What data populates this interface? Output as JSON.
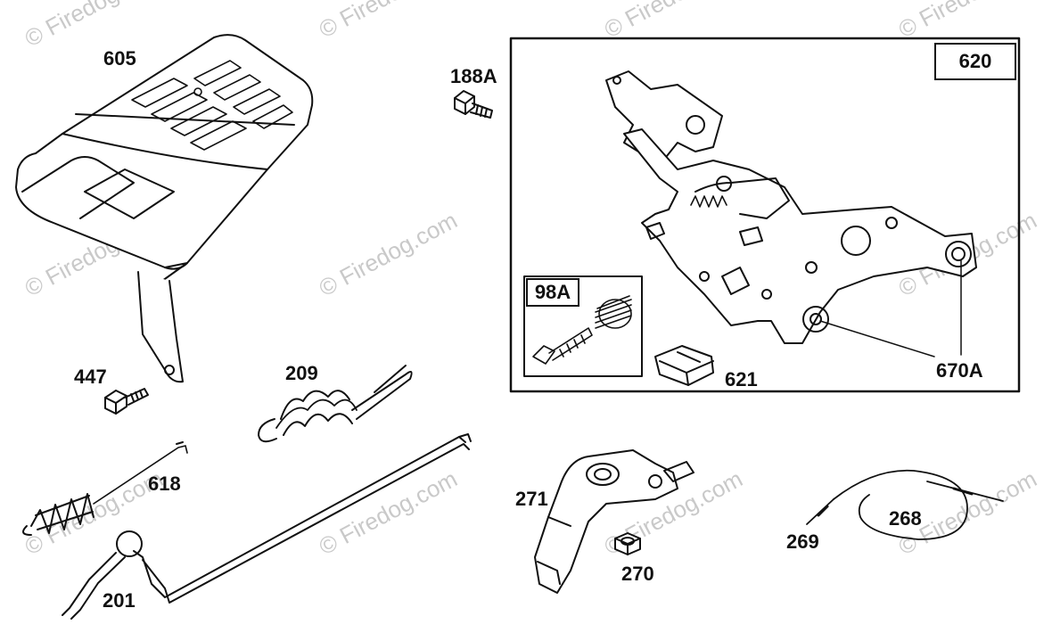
{
  "watermark": "© Firedog.com",
  "callouts": {
    "c605": "605",
    "c188A": "188A",
    "c620": "620",
    "c98A": "98A",
    "c447": "447",
    "c209": "209",
    "c618": "618",
    "c621": "621",
    "c670A": "670A",
    "c271": "271",
    "c270": "270",
    "c268": "268",
    "c269": "269",
    "c201": "201"
  },
  "colors": {
    "line": "#111111",
    "watermark": "#c9c9c9"
  }
}
